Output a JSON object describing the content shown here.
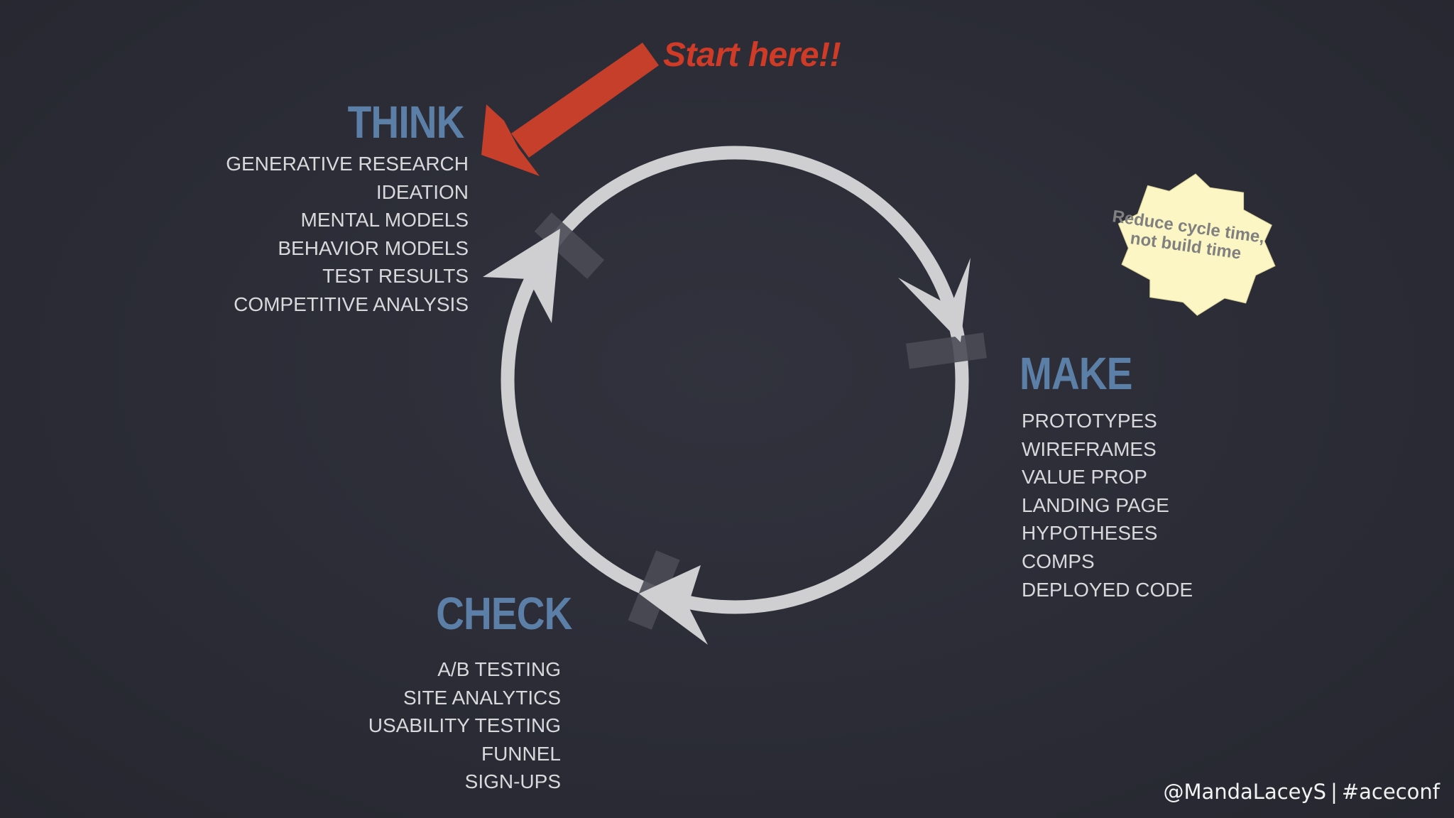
{
  "callout": {
    "text": "Start here!!",
    "color": "#cf3b26"
  },
  "stages": {
    "think": {
      "title": "THINK",
      "items": [
        "GENERATIVE RESEARCH",
        "IDEATION",
        "MENTAL MODELS",
        "BEHAVIOR MODELS",
        "TEST RESULTS",
        "COMPETITIVE ANALYSIS"
      ]
    },
    "make": {
      "title": "MAKE",
      "items": [
        "PROTOTYPES",
        "WIREFRAMES",
        "VALUE PROP",
        "LANDING PAGE",
        "HYPOTHESES",
        "COMPS",
        "DEPLOYED CODE"
      ]
    },
    "check": {
      "title": "CHECK",
      "items": [
        "A/B TESTING",
        "SITE ANALYTICS",
        "USABILITY TESTING",
        "FUNNEL",
        "SIGN-UPS"
      ]
    }
  },
  "starburst": {
    "text": "Reduce cycle time, not build time",
    "color": "#fbf6c4"
  },
  "footer": {
    "handle": "@MandaLaceyS",
    "separator": "|",
    "hashtag": "#aceconf"
  },
  "colors": {
    "background": "#2b2c36",
    "heading": "#5b7fa6",
    "item_text": "#d9d9dc",
    "cycle": "#cfcfd2"
  },
  "icons": [
    "cycle-arrow-icon",
    "start-arrow-icon",
    "starburst-badge-icon"
  ]
}
